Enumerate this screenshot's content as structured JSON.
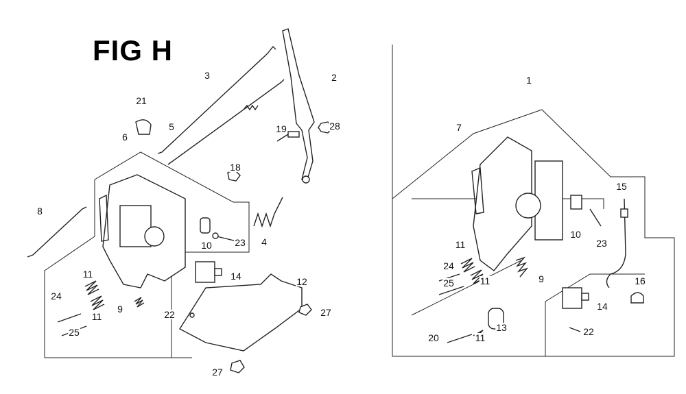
{
  "title": "FIG H",
  "callouts_left": [
    "3",
    "2",
    "21",
    "6",
    "5",
    "19",
    "28",
    "18",
    "8",
    "23",
    "4",
    "10",
    "14",
    "11",
    "24",
    "9",
    "22",
    "12",
    "27",
    "11",
    "25",
    "27"
  ],
  "callouts_right": [
    "1",
    "7",
    "15",
    "10",
    "23",
    "11",
    "24",
    "11",
    "9",
    "25",
    "14",
    "16",
    "13",
    "11",
    "20",
    "22"
  ]
}
